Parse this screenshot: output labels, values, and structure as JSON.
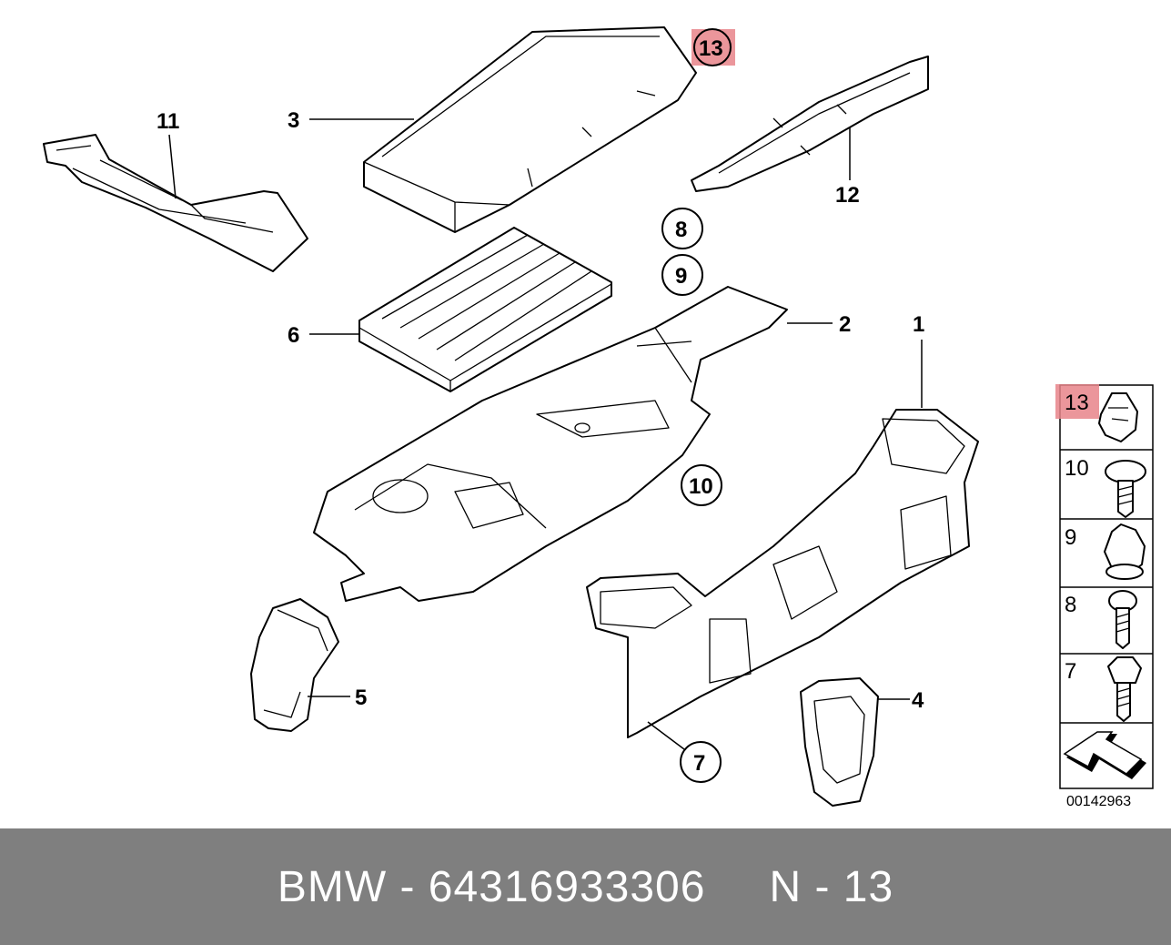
{
  "callouts": {
    "c1": "1",
    "c2": "2",
    "c3": "3",
    "c4": "4",
    "c5": "5",
    "c6": "6",
    "c7": "7",
    "c8": "8",
    "c9": "9",
    "c10": "10",
    "c11": "11",
    "c12": "12",
    "c13": "13"
  },
  "legend": {
    "items": [
      "13",
      "10",
      "9",
      "8",
      "7"
    ]
  },
  "doc_number": "00142963",
  "footer": {
    "brand": "BMW",
    "sep1": "-",
    "part_number": "64316933306",
    "label": "N",
    "sep2": "-",
    "ref": "13"
  },
  "colors": {
    "highlight": "#e8848a",
    "footer_bg": "#7f7f7f"
  }
}
